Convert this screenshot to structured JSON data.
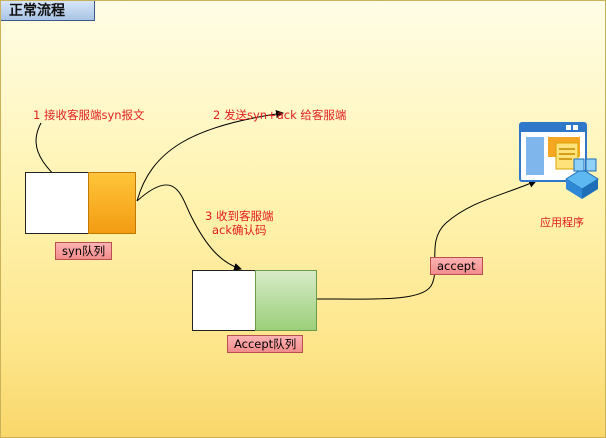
{
  "diagram": {
    "title": "正常流程",
    "steps": {
      "step1": "1 接收客服端syn报文",
      "step2": "2 发送syn+ack 给客服端",
      "step3_line1": "3 收到客服端",
      "step3_line2": "ack确认码"
    },
    "queues": {
      "syn": "syn队列",
      "accept": "Accept队列"
    },
    "accept_label": "accept",
    "app_label": "应用程序",
    "icons": {
      "app": "application-window-icon"
    },
    "colors": {
      "step_text": "#e11f1f",
      "syn_fill": "#f5a623",
      "accept_fill": "#9ccf7a",
      "label_fill": "#f5a0a0",
      "background": "#fff3b0"
    }
  }
}
